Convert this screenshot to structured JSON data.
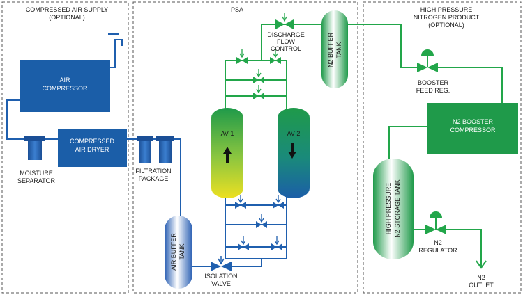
{
  "sections": {
    "compressed_air_supply": [
      "COMPRESSED AIR SUPPLY",
      "(OPTIONAL)"
    ],
    "psa": "PSA",
    "high_pressure_product": [
      "HIGH PRESSURE",
      "NITROGEN PRODUCT",
      "(OPTIONAL)"
    ]
  },
  "equipment": {
    "air_compressor": [
      "AIR",
      "COMPRESSOR"
    ],
    "compressed_air_dryer": [
      "COMPRESSED",
      "AIR DRYER"
    ],
    "moisture_separator": [
      "MOISTURE",
      "SEPARATOR"
    ],
    "filtration_package": [
      "FILTRATION",
      "PACKAGE"
    ],
    "air_buffer_tank": [
      "AIR BUFFER",
      "TANK"
    ],
    "isolation_valve": [
      "ISOLATION",
      "VALVE"
    ],
    "av1": "AV 1",
    "av2": "AV 2",
    "discharge_flow_control": [
      "DISCHARGE",
      "FLOW",
      "CONTROL"
    ],
    "n2_buffer_tank": [
      "N2 BUFFER",
      "TANK"
    ],
    "booster_feed_reg": [
      "BOOSTER",
      "FEED REG."
    ],
    "n2_booster_compressor": [
      "N2 BOOSTER",
      "COMPRESSOR"
    ],
    "hp_storage_tank": [
      "HIGH PRESSURE",
      "N2 STORAGE TANK"
    ],
    "n2_regulator": [
      "N2",
      "REGULATOR"
    ],
    "n2_outlet": [
      "N2",
      "OUTLET"
    ]
  },
  "colors": {
    "air_line": "#1f5fae",
    "n2_line": "#22a64a",
    "air_box": "#1b5ea8",
    "n2_box": "#1f9a4a",
    "border": "#555555"
  }
}
